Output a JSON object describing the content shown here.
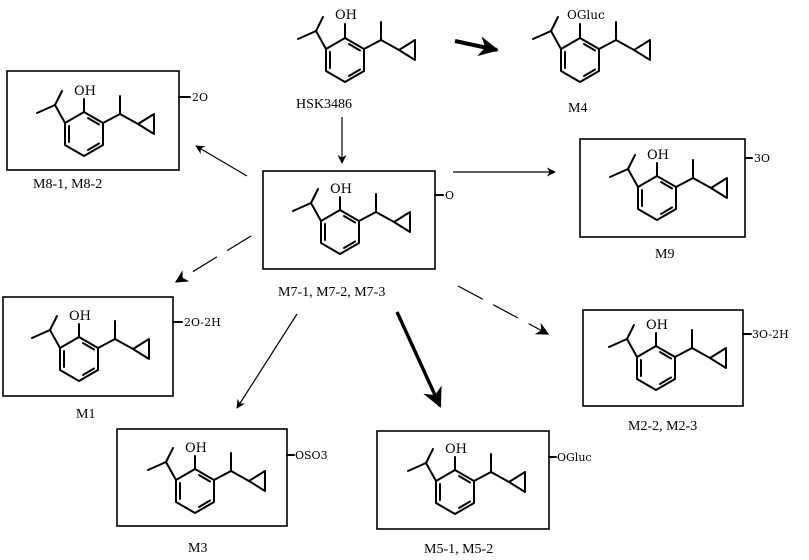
{
  "diagram": {
    "parent": {
      "label": "HSK3486",
      "oh": "OH"
    },
    "structures": [
      {
        "id": "M4",
        "label": "M4",
        "head": "OGluc",
        "suffix": "",
        "boxed": false
      },
      {
        "id": "M8",
        "label": "M8-1, M8-2",
        "head": "OH",
        "suffix": "2O",
        "boxed": true
      },
      {
        "id": "M7",
        "label": "M7-1, M7-2, M7-3",
        "head": "OH",
        "suffix": "O",
        "boxed": true
      },
      {
        "id": "M9",
        "label": "M9",
        "head": "OH",
        "suffix": "3O",
        "boxed": true
      },
      {
        "id": "M1",
        "label": "M1",
        "head": "OH",
        "suffix": "2O-2H",
        "boxed": true
      },
      {
        "id": "M2",
        "label": "M2-2, M2-3",
        "head": "OH",
        "suffix": "3O-2H",
        "boxed": true
      },
      {
        "id": "M3",
        "label": "M3",
        "head": "OH",
        "suffix": "OSO3",
        "boxed": true
      },
      {
        "id": "M5",
        "label": "M5-1, M5-2",
        "head": "OH",
        "suffix": "OGluc",
        "boxed": true
      }
    ]
  }
}
